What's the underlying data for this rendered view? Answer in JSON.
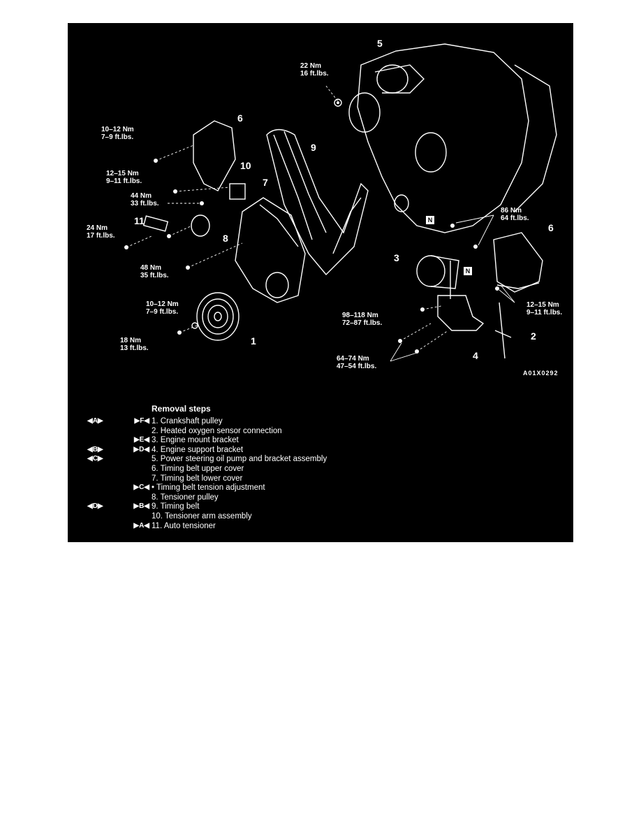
{
  "callouts": {
    "c1": "1",
    "c2": "2",
    "c3": "3",
    "c4": "4",
    "c5": "5",
    "c6a": "6",
    "c6b": "6",
    "c7": "7",
    "c8": "8",
    "c9": "9",
    "c10": "10",
    "c11": "11"
  },
  "torques": {
    "t22": [
      "22 Nm",
      "16 ft.lbs."
    ],
    "t10a": [
      "10–12 Nm",
      "7–9 ft.lbs."
    ],
    "t12a": [
      "12–15 Nm",
      "9–11 ft.lbs."
    ],
    "t44": [
      "44 Nm",
      "33 ft.lbs."
    ],
    "t24": [
      "24 Nm",
      "17 ft.lbs."
    ],
    "t48": [
      "48 Nm",
      "35 ft.lbs."
    ],
    "t10b": [
      "10–12 Nm",
      "7–9 ft.lbs."
    ],
    "t18": [
      "18 Nm",
      "13 ft.lbs."
    ],
    "t86": [
      "86 Nm",
      "64 ft.lbs."
    ],
    "t12b": [
      "12–15 Nm",
      "9–11 ft.lbs."
    ],
    "t98": [
      "98–118 Nm",
      "72–87 ft.lbs."
    ],
    "t64": [
      "64–74 Nm",
      "47–54 ft.lbs."
    ]
  },
  "n_mark": "N",
  "figure_code": "A01X0292",
  "removal": {
    "title": "Removal steps",
    "steps": [
      {
        "m1": "◀A▶",
        "m2": "▶F◀",
        "text": "1. Crankshaft pulley"
      },
      {
        "m1": "",
        "m2": "",
        "text": "2. Heated oxygen sensor connection"
      },
      {
        "m1": "",
        "m2": "▶E◀",
        "text": "3. Engine mount bracket"
      },
      {
        "m1": "◀B▶",
        "m2": "▶D◀",
        "text": "4. Engine support bracket"
      },
      {
        "m1": "◀C▶",
        "m2": "",
        "text": "5. Power steering oil pump and bracket assembly"
      },
      {
        "m1": "",
        "m2": "",
        "text": "6. Timing belt upper cover"
      },
      {
        "m1": "",
        "m2": "",
        "text": "7. Timing belt lower cover"
      },
      {
        "m1": "",
        "m2": "▶C◀",
        "text": "• Timing belt tension adjustment"
      },
      {
        "m1": "",
        "m2": "",
        "text": "8. Tensioner pulley"
      },
      {
        "m1": "◀D▶",
        "m2": "▶B◀",
        "text": "9. Timing belt"
      },
      {
        "m1": "",
        "m2": "",
        "text": "10. Tensioner arm assembly"
      },
      {
        "m1": "",
        "m2": "▶A◀",
        "text": "11. Auto tensioner"
      }
    ]
  }
}
